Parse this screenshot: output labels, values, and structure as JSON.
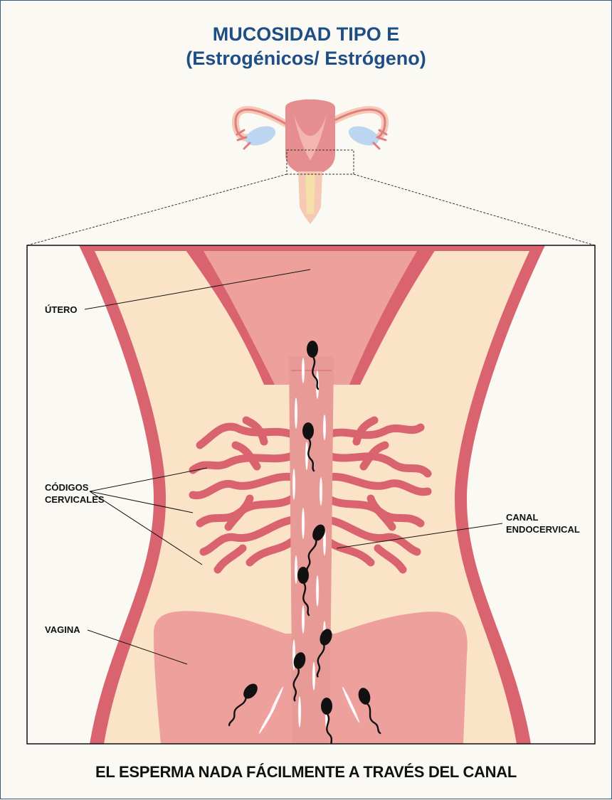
{
  "title": {
    "line1": "MUCOSIDAD TIPO E",
    "line2": "(Estrogénicos/ Estrógeno)"
  },
  "labels": {
    "utero": "ÚTERO",
    "codigos_line1": "CÓDIGOS",
    "codigos_line2": "CERVICALES",
    "canal_line1": "CANAL",
    "canal_line2": "ENDOCERVICAL",
    "vagina": "VAGINA"
  },
  "footer": "EL ESPERMA NADA FÁCILMENTE A TRAVÉS DEL CANAL",
  "colors": {
    "title": "#1d4e85",
    "skin": "#fbe3c8",
    "tissue_dark": "#d9646f",
    "tissue_light": "#eea09c",
    "canal": "#e89a96",
    "ovary_blue": "#bcd6f2",
    "sperm": "#111111"
  }
}
